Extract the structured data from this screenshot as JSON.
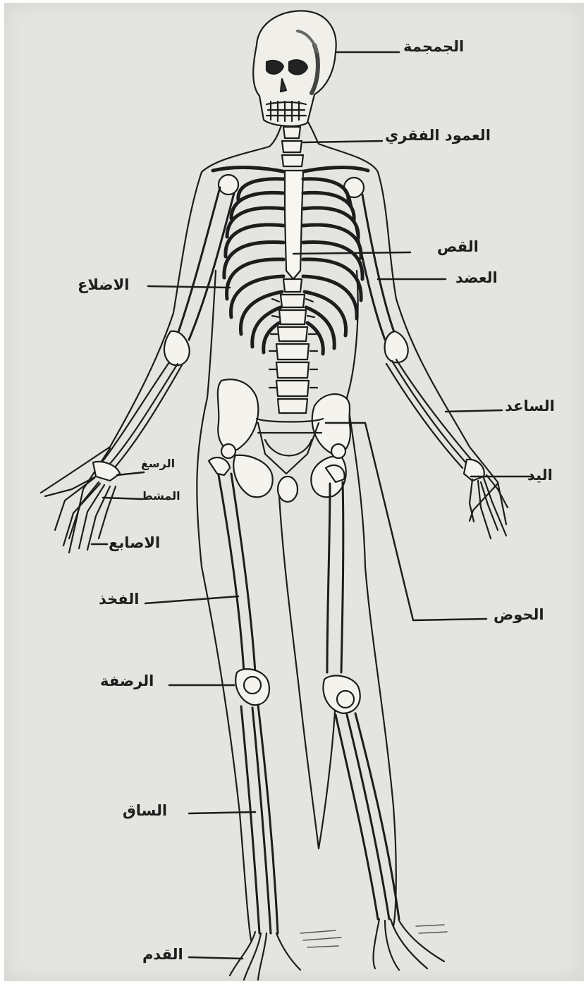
{
  "labels": {
    "skull": "الجمجمة",
    "spine": "العمود الفقري",
    "sternum": "القص",
    "humerus": "العضد",
    "ribs": "الاضلاع",
    "forearm": "الساعد",
    "hand": "اليد",
    "wrist": "الرسغ",
    "palm": "المشط",
    "fingers": "الاصابع",
    "pelvis": "الحوض",
    "femur": "الفخذ",
    "kneecap": "الرضفة",
    "leg": "الساق",
    "foot": "القدم"
  },
  "colors": {
    "paper": "#e4e4e0",
    "ink": "#1d1d1d"
  }
}
